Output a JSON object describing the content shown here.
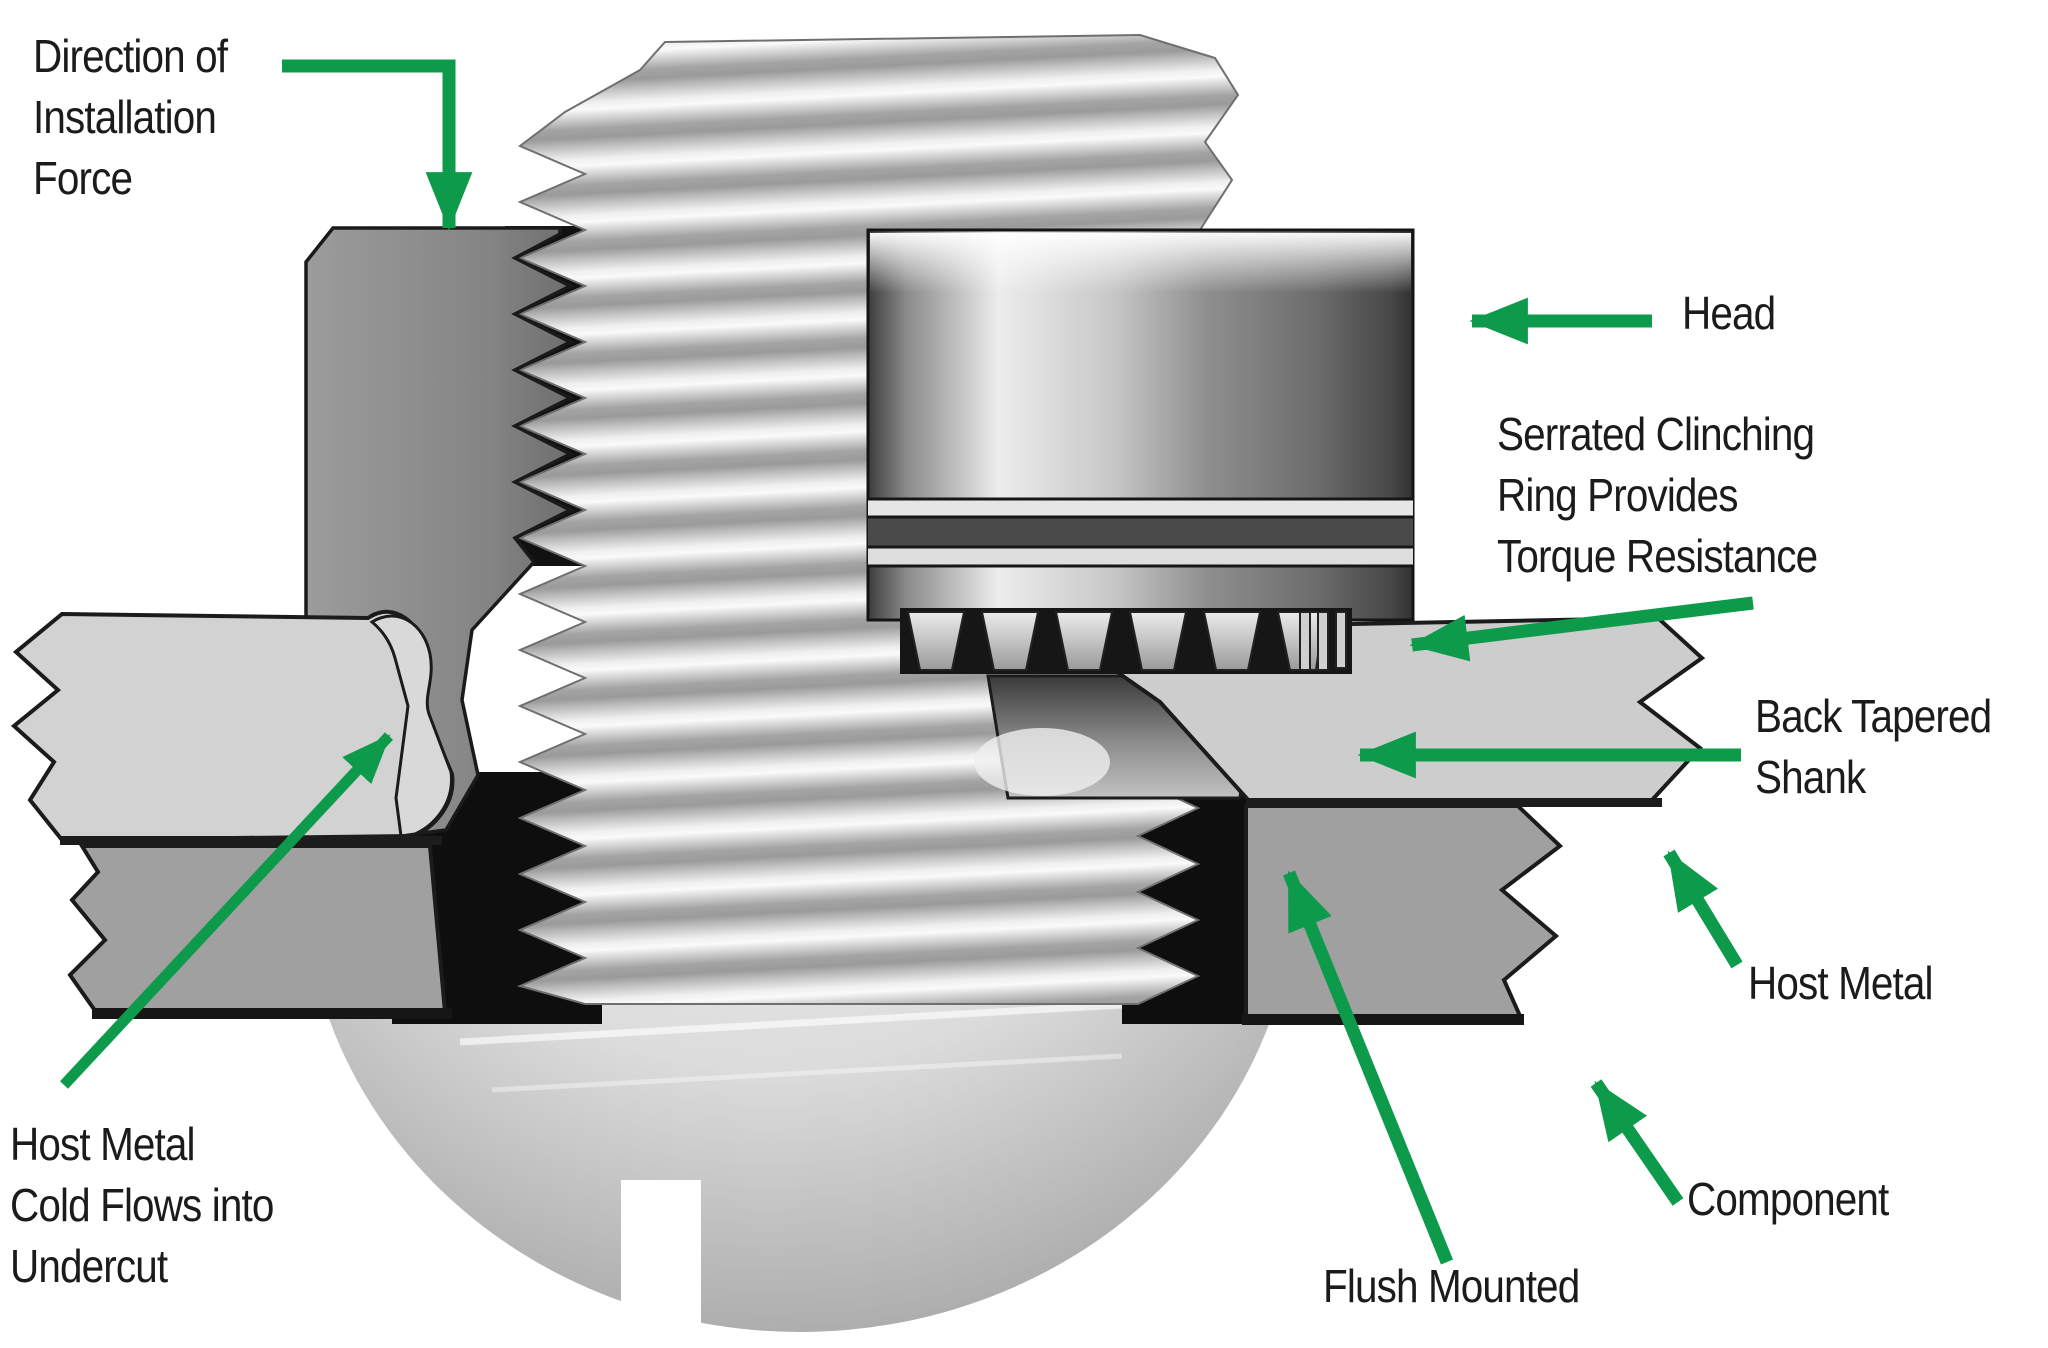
{
  "figure": {
    "title_semantic": "Self-clinching stud installation cross-section diagram",
    "background_color": "#ffffff",
    "accent_green": "#0d9b4b",
    "text_color": "#1b1b1b",
    "seam_color": "#1b1b1b"
  },
  "labels": {
    "direction": {
      "lines": [
        "Direction of",
        "Installation",
        "Force"
      ]
    },
    "head": {
      "text": "Head"
    },
    "serrated": {
      "lines": [
        "Serrated Clinching",
        "Ring Provides",
        "Torque Resistance"
      ]
    },
    "back_tapered": {
      "lines": [
        "Back Tapered",
        "Shank"
      ]
    },
    "host_metal": {
      "text": "Host Metal"
    },
    "component": {
      "text": "Component"
    },
    "flush": {
      "text": "Flush Mounted"
    },
    "cold_flow": {
      "lines": [
        "Host Metal",
        "Cold Flows into",
        "Undercut"
      ]
    }
  },
  "parts": {
    "punch": "installation punch (dark tool pressing down)",
    "stud": "threaded stud shank (cross-sectioned threads)",
    "head": "stud head",
    "serrated_ring": "serrated clinching ring",
    "back_tapered_shank": "back tapered shank",
    "host_metal_sheets": "host metal sheet (left and right, broken edges)",
    "component_sheets": "component sheet (left and right, broken edges)",
    "cold_flow_lip": "host metal cold-flow lip in undercut",
    "dome": "rounded slotted end below sheets"
  }
}
